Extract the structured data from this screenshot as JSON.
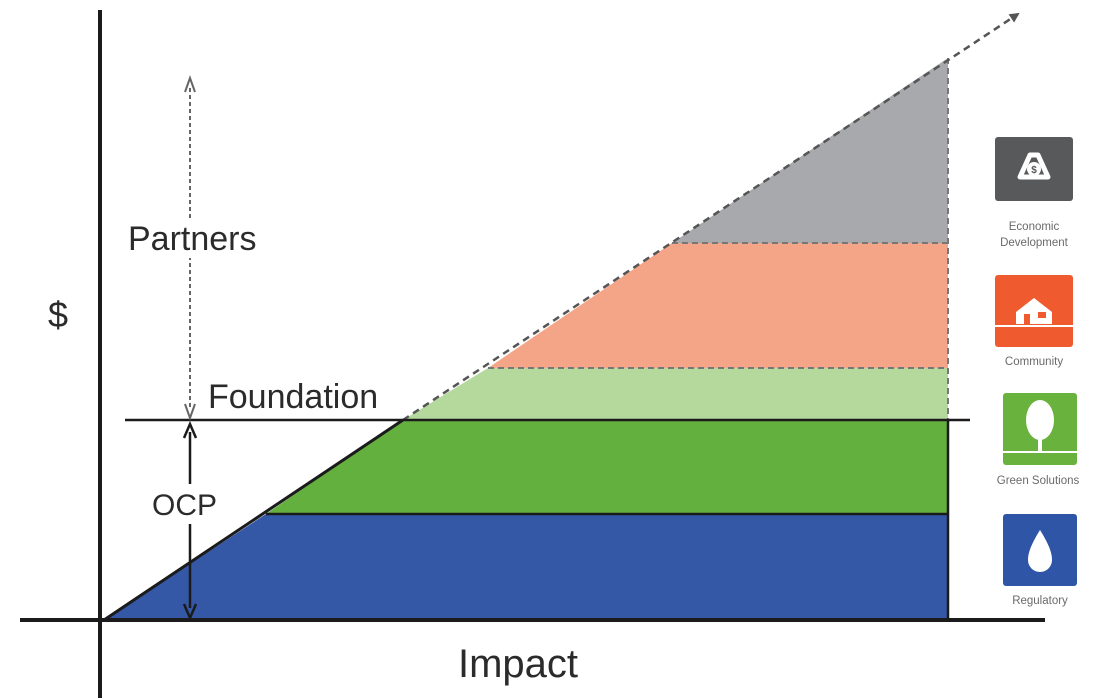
{
  "axes": {
    "y_label": "$",
    "x_label": "Impact"
  },
  "annotations": {
    "partners": "Partners",
    "foundation": "Foundation",
    "ocp": "OCP"
  },
  "legend": [
    {
      "label_lines": [
        "Economic",
        "Development"
      ],
      "icon": "recycle-dollar-icon",
      "color": "#58595b"
    },
    {
      "label_lines": [
        "Community"
      ],
      "icon": "house-icon",
      "color": "#ef5a2f"
    },
    {
      "label_lines": [
        "Green Solutions"
      ],
      "icon": "tree-icon",
      "color": "#6ab23e"
    },
    {
      "label_lines": [
        "Regulatory"
      ],
      "icon": "water-drop-icon",
      "color": "#2f56a6"
    }
  ],
  "bands": [
    {
      "name": "Regulatory",
      "color": "#3457a6"
    },
    {
      "name": "Green Solutions",
      "color": "#64b03f"
    },
    {
      "name": "Green Solutions (partners)",
      "color": "#b5d99c"
    },
    {
      "name": "Community",
      "color": "#f4a587"
    },
    {
      "name": "Economic Development",
      "color": "#a7a9ac"
    }
  ]
}
